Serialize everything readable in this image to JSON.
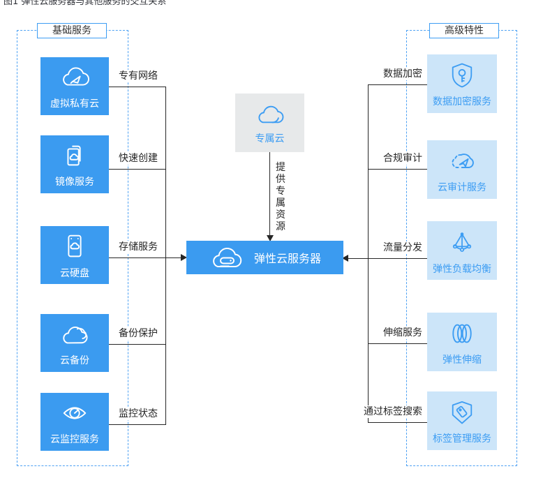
{
  "title": "图1 弹性云服务器与其他服务的交互关系",
  "left_group": {
    "label": "基础服务",
    "items": [
      {
        "name": "虚拟私有云",
        "relation": "专有网络"
      },
      {
        "name": "镜像服务",
        "relation": "快速创建"
      },
      {
        "name": "云硬盘",
        "relation": "存储服务"
      },
      {
        "name": "云备份",
        "relation": "备份保护"
      },
      {
        "name": "云监控服务",
        "relation": "监控状态"
      }
    ]
  },
  "right_group": {
    "label": "高级特性",
    "items": [
      {
        "name": "数据加密服务",
        "relation": "数据加密"
      },
      {
        "name": "云审计服务",
        "relation": "合规审计"
      },
      {
        "name": "弹性负载均衡",
        "relation": "流量分发"
      },
      {
        "name": "弹性伸缩",
        "relation": "伸缩服务"
      },
      {
        "name": "标签管理服务",
        "relation": "通过标签搜索"
      }
    ]
  },
  "center": {
    "dedicated_cloud": "专属云",
    "provide_label": "提供专属资源",
    "ecs_label": "弹性云服务器"
  },
  "icons": {
    "vpc": "cloud-pointer-icon",
    "ims": "stacked-pages-cloud-icon",
    "evs": "disk-cloud-icon",
    "cbr": "double-cloud-icon",
    "ces": "eye-gauge-icon",
    "dcc": "dedicated-cloud-icon",
    "ecs": "cloud-server-icon",
    "kms": "shield-key-icon",
    "cts": "cloud-paper-plane-icon",
    "elb": "pyramid-nodes-icon",
    "as": "triple-wave-icon",
    "tms": "shield-tag-icon"
  },
  "colors": {
    "primary_blue": "#3b9bf0",
    "light_blue_bg": "#cce5f9",
    "accent_blue": "#3d9df3",
    "gray_bg": "#e7e9ea",
    "connector_line": "#262626",
    "dashed_border": "#4da1f3"
  }
}
